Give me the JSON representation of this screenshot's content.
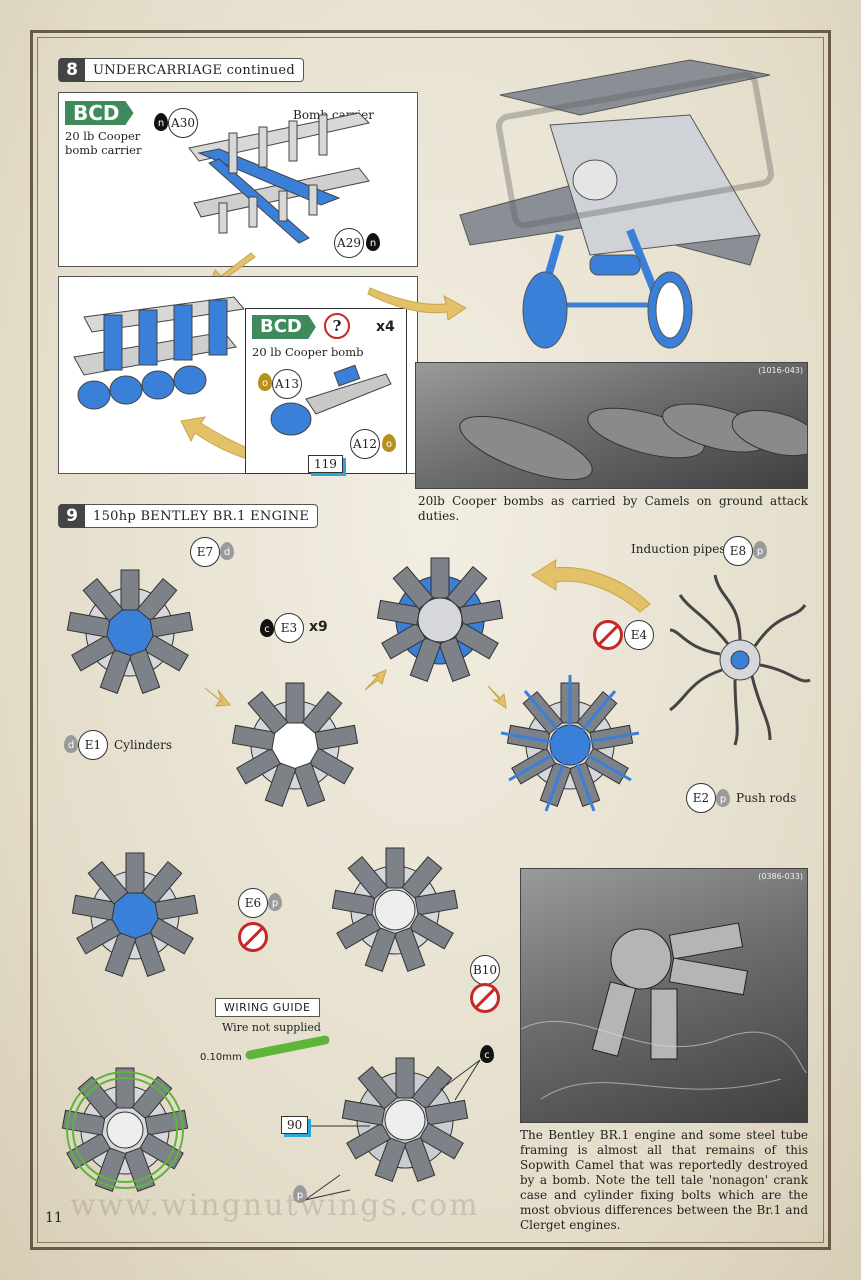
{
  "page": {
    "number": "11",
    "watermark_url": "www.wingnutwings.com"
  },
  "step8": {
    "number": "8",
    "title": "UNDERCARRIAGE continued",
    "panel1": {
      "variant": "BCD",
      "desc": [
        "20 lb Cooper",
        "bomb carrier"
      ],
      "label": "Bomb carrier",
      "parts": [
        {
          "id": "A30",
          "paint": "n"
        },
        {
          "id": "A29",
          "paint": "n"
        }
      ]
    },
    "panel2": {
      "variant": "BCD",
      "qty": "x4",
      "desc": "20 lb Cooper bomb",
      "question": "?",
      "parts": [
        {
          "id": "A13",
          "paint": "o"
        },
        {
          "id": "A12",
          "paint": "o"
        }
      ],
      "ref": "119"
    },
    "photo": {
      "id": "(1016-043)",
      "caption": "20lb Cooper bombs as carried by Camels on ground attack duties."
    }
  },
  "step9": {
    "number": "9",
    "title": "150hp BENTLEY BR.1 ENGINE",
    "parts": {
      "E7": {
        "id": "E7",
        "paint": "d"
      },
      "E3": {
        "id": "E3",
        "paint": "c",
        "qty": "x9"
      },
      "E1": {
        "id": "E1",
        "paint": "d",
        "label": "Cylinders"
      },
      "E8": {
        "id": "E8",
        "paint": "p",
        "label": "Induction pipes"
      },
      "E4": {
        "id": "E4"
      },
      "E2": {
        "id": "E2",
        "paint": "p",
        "label": "Push rods"
      },
      "E6": {
        "id": "E6",
        "paint": "p"
      },
      "B10": {
        "id": "B10"
      }
    },
    "wiring": {
      "title": "WIRING GUIDE",
      "note": "Wire not supplied",
      "size": "0.10mm",
      "ref": "90",
      "paint_c": "c",
      "paint_p": "p"
    },
    "photo": {
      "id": "(0386-033)",
      "caption": "The Bentley BR.1 engine and some steel tube framing is almost all that remains of this Sopwith Camel that was reportedly destroyed by a bomb. Note the tell tale 'nonagon' crank case and cylinder fixing bolts which are the most obvious differences between the Br.1 and Clerget engines."
    }
  },
  "colors": {
    "highlight_blue": "#3a7fd8",
    "variant_green": "#3e8a5a",
    "arrow_gold": "#e2c169",
    "ref_cyan": "#2aa6d8",
    "prohibit_red": "#c62828"
  }
}
